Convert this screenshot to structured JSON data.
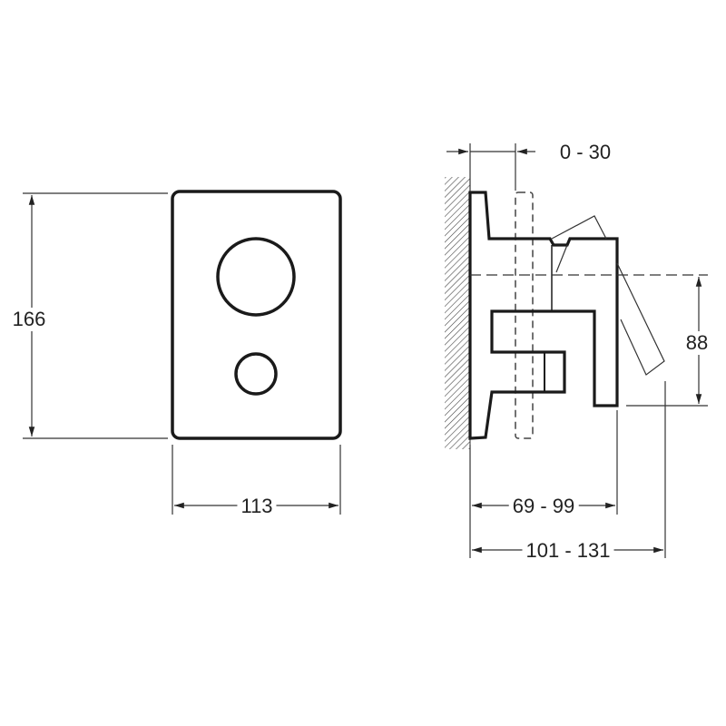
{
  "dimensions": {
    "height": "166",
    "width": "113",
    "wall_offset": "0 - 30",
    "center_height": "88",
    "depth_body": "69 - 99",
    "depth_lever": "101 - 131"
  },
  "colors": {
    "line": "#1a1a1a",
    "background": "#ffffff"
  }
}
